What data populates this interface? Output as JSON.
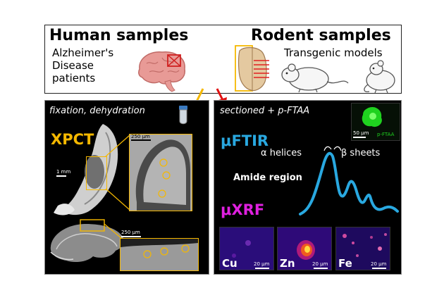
{
  "top": {
    "human_title": "Human samples",
    "human_sub_1": "Alzheimer's",
    "human_sub_2": "Disease",
    "human_sub_3": "patients",
    "rodent_title": "Rodent samples",
    "rodent_sub": "Transgenic models"
  },
  "left": {
    "prep": "fixation, dehydration",
    "technique": "XPCT",
    "scale_1mm": "1 mm",
    "scale_250_top": "250 μm",
    "scale_250_bottom": "250 μm"
  },
  "right": {
    "prep": "sectioned + p-FTAA",
    "inset_scale": "50 μm",
    "inset_stain": "p-FTAA",
    "ftir": "μFTIR",
    "alpha": "α helices",
    "beta": "β sheets",
    "amide": "Amide region",
    "xrf": "μXRF",
    "cu": "Cu",
    "zn": "Zn",
    "fe": "Fe",
    "scale_20_a": "20 μm",
    "scale_20_b": "20 μm",
    "scale_20_c": "20 μm"
  },
  "colors": {
    "xpct": "#f5b800",
    "ftir": "#29a8e0",
    "xrf": "#e020e0",
    "spectrum": "#29a8e0",
    "arrow_yellow": "#f5b800",
    "arrow_red": "#e01010"
  }
}
